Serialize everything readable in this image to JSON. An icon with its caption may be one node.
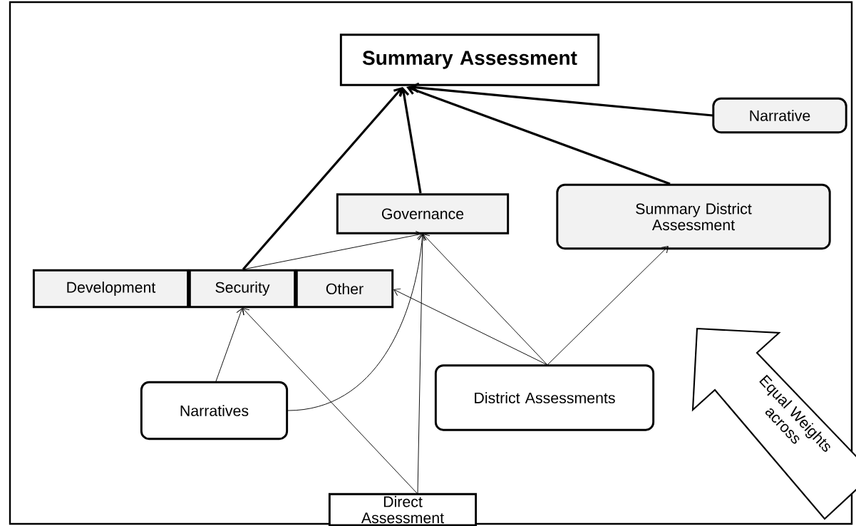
{
  "diagram": {
    "nodes": [
      {
        "text": [
          "Summary Assessment"
        ]
      },
      {
        "text": [
          "Narrative"
        ]
      },
      {
        "text": [
          "Governance"
        ]
      },
      {
        "text": [
          "Summary District Assessment"
        ]
      },
      {
        "text": [
          "Development"
        ]
      },
      {
        "text": [
          "Security"
        ]
      },
      {
        "text": [
          "Other"
        ]
      },
      {
        "text": [
          "Narratives"
        ]
      },
      {
        "text": [
          "District Assessments"
        ]
      },
      {
        "text": [
          "Direct Assessment"
        ]
      },
      {
        "text": [
          "Equal Weights across"
        ]
      }
    ],
    "edges": [
      {
        "from": 5,
        "to": 0,
        "arrow": "to",
        "style": "thick"
      },
      {
        "from": 2,
        "to": 0,
        "arrow": "to",
        "style": "thick"
      },
      {
        "from": 3,
        "to": 0,
        "arrow": "to",
        "style": "thick"
      },
      {
        "from": 1,
        "to": 0,
        "arrow": "to",
        "style": "thick"
      },
      {
        "from": 5,
        "to": 2,
        "arrow": "to"
      },
      {
        "from": 7,
        "to": 5,
        "arrow": "to"
      },
      {
        "from": 7,
        "to": 2,
        "arrow": "to"
      },
      {
        "from": 9,
        "to": 5,
        "arrow": "to"
      },
      {
        "from": 9,
        "to": 2,
        "arrow": "to"
      },
      {
        "from": 8,
        "to": 6,
        "arrow": "to"
      },
      {
        "from": 8,
        "to": 2,
        "arrow": "to"
      },
      {
        "from": 8,
        "to": 3,
        "arrow": "to"
      }
    ]
  }
}
